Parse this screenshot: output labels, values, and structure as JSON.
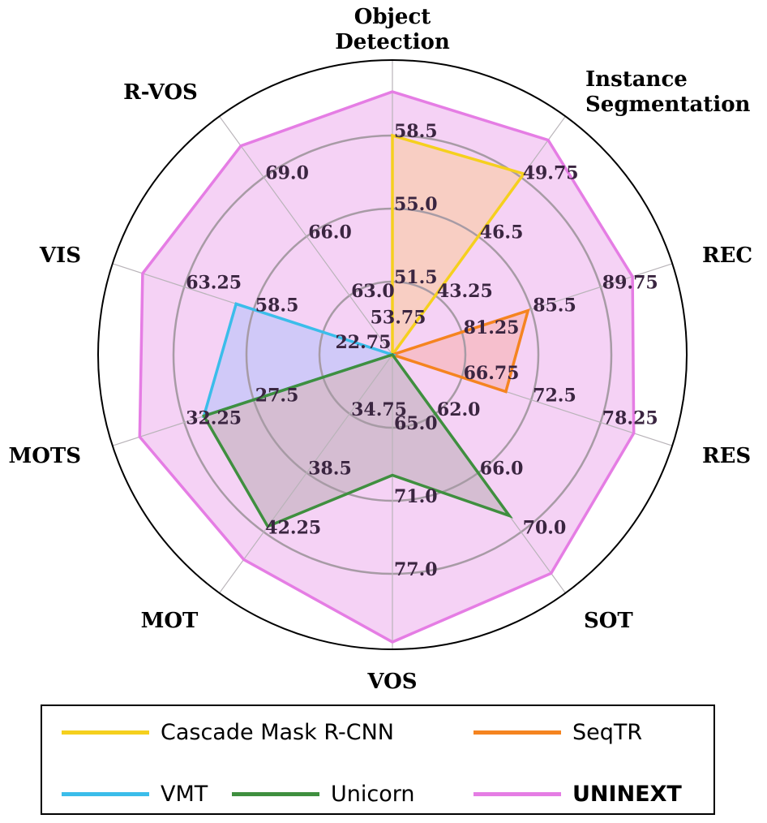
{
  "chart_data": {
    "type": "radar",
    "axes": [
      {
        "label": [
          "Object",
          "Detection"
        ],
        "ticks": [
          "51.5",
          "55.0",
          "58.5"
        ]
      },
      {
        "label": [
          "Instance",
          "Segmentation"
        ],
        "ticks": [
          "43.25",
          "46.5",
          "49.75"
        ]
      },
      {
        "label": [
          "REC"
        ],
        "ticks": [
          "81.25",
          "85.5",
          "89.75"
        ]
      },
      {
        "label": [
          "RES"
        ],
        "ticks": [
          "66.75",
          "72.5",
          "78.25"
        ]
      },
      {
        "label": [
          "SOT"
        ],
        "ticks": [
          "62.0",
          "66.0",
          "70.0"
        ]
      },
      {
        "label": [
          "VOS"
        ],
        "ticks": [
          "65.0",
          "71.0",
          "77.0"
        ]
      },
      {
        "label": [
          "MOT"
        ],
        "ticks": [
          "34.75",
          "38.5",
          "42.25"
        ]
      },
      {
        "label": [
          "MOTS"
        ],
        "ticks": [
          "27.5",
          "32.25"
        ]
      },
      {
        "label": [
          "VIS"
        ],
        "ticks": [
          "22.75",
          "58.5",
          "63.25"
        ]
      },
      {
        "label": [
          "R-VOS"
        ],
        "ticks": [
          "53.75",
          "63.0",
          "66.0",
          "69.0"
        ]
      }
    ],
    "series": [
      {
        "name": "UNINEXT",
        "color": "#e57de4",
        "fill": "#f5d2f5",
        "values": [
          60.6,
          51.8,
          91.7,
          81.0,
          72.8,
          82.6,
          44.0,
          35.3,
          66.1,
          70.6
        ]
      },
      {
        "name": "Cascade Mask R-CNN",
        "color": "#f5d01e",
        "fill": "#f8ceba",
        "values": [
          58.5,
          49.95,
          null,
          null,
          null,
          null,
          null,
          null,
          null,
          null
        ]
      },
      {
        "name": "SeqTR",
        "color": "#f58420",
        "fill": "#f6bcc6",
        "values": [
          null,
          null,
          85.3,
          70.4,
          null,
          null,
          null,
          null,
          null,
          null
        ]
      },
      {
        "name": "VMT",
        "color": "#3bbdea",
        "fill": "#c9c8f8",
        "values": [
          null,
          null,
          null,
          null,
          null,
          null,
          null,
          30.9,
          59.7,
          null
        ]
      },
      {
        "name": "Unicorn",
        "color": "#3f8f3f",
        "fill": "#cfbacb",
        "values": [
          null,
          null,
          null,
          null,
          68.9,
          68.9,
          41.9,
          30.9,
          null,
          null
        ]
      }
    ]
  },
  "legend": [
    {
      "name": "Cascade Mask R-CNN",
      "color": "#f5d01e",
      "bold": false
    },
    {
      "name": "SeqTR",
      "color": "#f58420",
      "bold": false
    },
    {
      "name": "VMT",
      "color": "#3bbdea",
      "bold": false
    },
    {
      "name": "Unicorn",
      "color": "#3f8f3f",
      "bold": false
    },
    {
      "name": "UNINEXT",
      "color": "#e57de4",
      "bold": true
    }
  ]
}
